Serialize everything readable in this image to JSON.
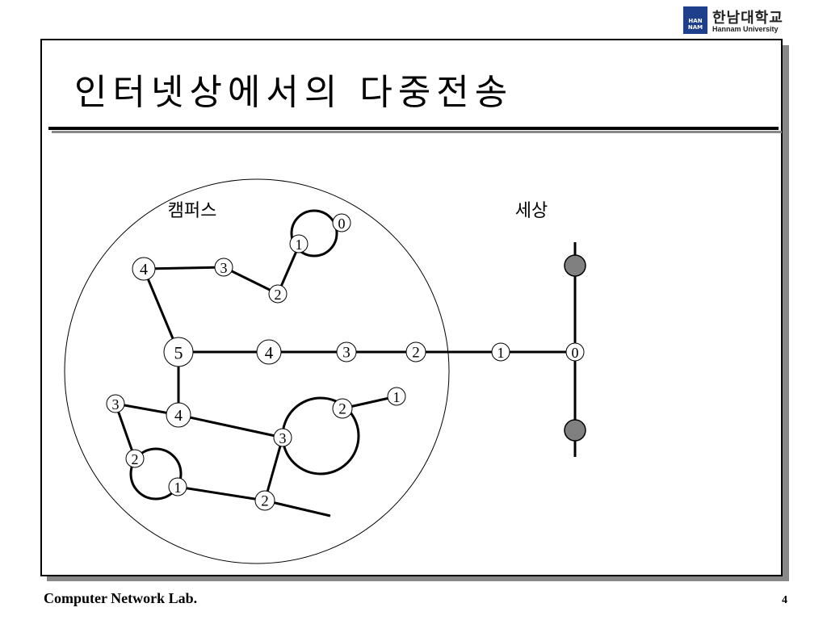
{
  "header": {
    "logo_text_kr": "한남대학교",
    "logo_text_en": "Hannam University",
    "logo_mark_text": "HAN NAM"
  },
  "slide": {
    "title": "인터넷상에서의 다중전송"
  },
  "diagram": {
    "campus_label": "캠퍼스",
    "world_label": "세상",
    "node_labels": {
      "top_loop_0": "0",
      "top_loop_1": "1",
      "top_path_2": "2",
      "top_path_3": "3",
      "top_path_4": "4",
      "main_5": "5",
      "main_4": "4",
      "main_3": "3",
      "main_2": "2",
      "main_1": "1",
      "main_0": "0",
      "lower_4": "4",
      "lower_3_left": "3",
      "lower_2_left": "2",
      "lower_1_left": "1",
      "lower_2_mid": "2",
      "lower_3_center": "3",
      "lower_2_right": "2",
      "lower_1_right": "1"
    },
    "colors": {
      "line": "#000000",
      "world_host_fill": "#808080"
    }
  },
  "footer": {
    "lab_name": "Computer Network Lab.",
    "page_number": "4"
  }
}
